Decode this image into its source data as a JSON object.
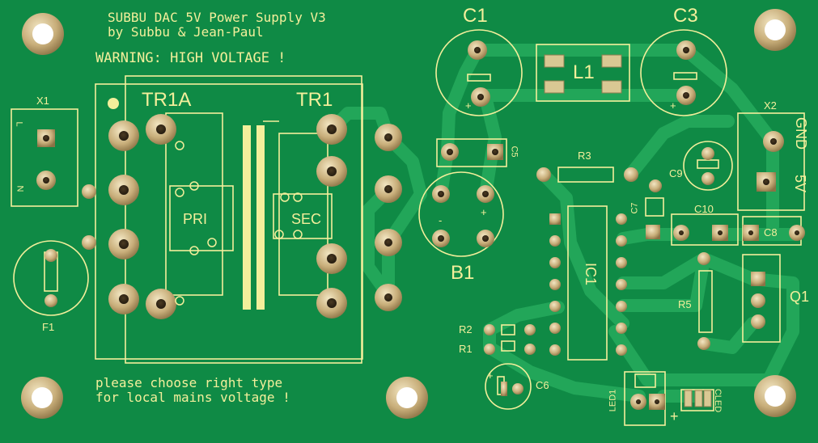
{
  "board": {
    "title_line1": "SUBBU DAC 5V Power Supply V3",
    "title_line2": "by Subbu & Jean-Paul",
    "warning": "WARNING: HIGH VOLTAGE !",
    "footer_line1": "please choose right type",
    "footer_line2": "for local mains voltage !"
  },
  "labels": {
    "x1": "X1",
    "x1_pin_l": "L",
    "x1_pin_n": "N",
    "f1": "F1",
    "tr1a": "TR1A",
    "tr1": "TR1",
    "pri": "PRI",
    "sec": "SEC",
    "c1": "C1",
    "c3": "C3",
    "l1": "L1",
    "c5": "C5",
    "b1": "B1",
    "b1_minus": "-",
    "b1_plus": "+",
    "r3": "R3",
    "c9": "C9",
    "x2": "X2",
    "gnd": "GND",
    "v5": "5V",
    "c7": "C7",
    "c10": "C10",
    "c8": "C8",
    "ic1": "IC1",
    "r5": "R5",
    "q1": "Q1",
    "r2": "R2",
    "r1": "R1",
    "c6": "C6",
    "led1": "LED1",
    "cled": "CLED",
    "plus": "+"
  },
  "colors": {
    "board": "#0f8a45",
    "trace": "#1fa255",
    "silk": "#f3ef9b",
    "pad": "#c9b488",
    "pad_hole": "#6b5a3a"
  }
}
